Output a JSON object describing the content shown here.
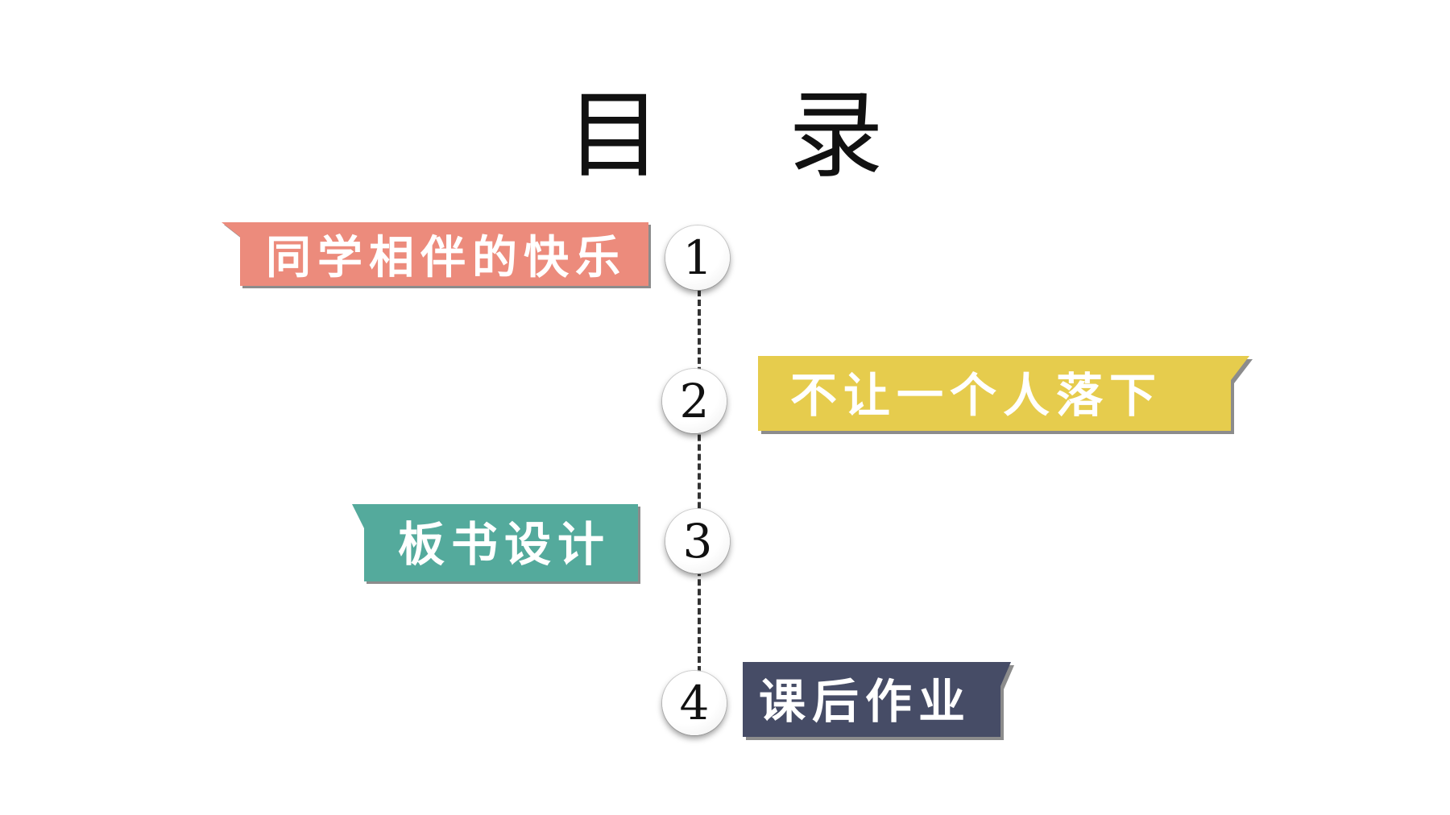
{
  "title": "目 录",
  "items": [
    {
      "number": "1",
      "label": "同学相伴的快乐",
      "color": "#ec8b7c"
    },
    {
      "number": "2",
      "label": "不让一个人落下",
      "color": "#e6cc4d"
    },
    {
      "number": "3",
      "label": "板书设计",
      "color": "#54aa9c"
    },
    {
      "number": "4",
      "label": "课后作业",
      "color": "#464c66"
    }
  ],
  "shadow_color": "#8c8c8c"
}
